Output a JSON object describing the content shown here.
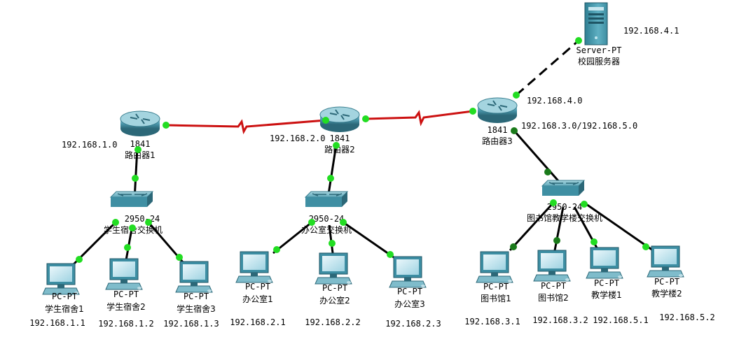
{
  "server": {
    "type": "Server-PT",
    "name": "校园服务器",
    "ip": "192.168.4.1"
  },
  "routers": [
    {
      "model": "1841",
      "name": "路由器1",
      "net": "192.168.1.0"
    },
    {
      "model": "1841",
      "name": "路由器2",
      "net": "192.168.2.0"
    },
    {
      "model": "1841",
      "name": "路由器3",
      "net_up": "192.168.4.0",
      "net_down": "192.168.3.0/192.168.5.0"
    }
  ],
  "switches": [
    {
      "model": "2950-24",
      "name": "学生宿舍交换机"
    },
    {
      "model": "2950-24",
      "name": "办公室交换机"
    },
    {
      "model": "2950-24",
      "name": "图书馆教学楼交换机"
    }
  ],
  "pcs": [
    {
      "type": "PC-PT",
      "name": "学生宿舍1",
      "ip": "192.168.1.1"
    },
    {
      "type": "PC-PT",
      "name": "学生宿舍2",
      "ip": "192.168.1.2"
    },
    {
      "type": "PC-PT",
      "name": "学生宿舍3",
      "ip": "192.168.1.3"
    },
    {
      "type": "PC-PT",
      "name": "办公室1",
      "ip": "192.168.2.1"
    },
    {
      "type": "PC-PT",
      "name": "办公室2",
      "ip": "192.168.2.2"
    },
    {
      "type": "PC-PT",
      "name": "办公室3",
      "ip": "192.168.2.3"
    },
    {
      "type": "PC-PT",
      "name": "图书馆1",
      "ip": "192.168.3.1"
    },
    {
      "type": "PC-PT",
      "name": "图书馆2",
      "ip": "192.168.3.2"
    },
    {
      "type": "PC-PT",
      "name": "教学楼1",
      "ip": "192.168.5.1"
    },
    {
      "type": "PC-PT",
      "name": "教学楼2",
      "ip": "192.168.5.2"
    }
  ],
  "colors": {
    "serial_link": "#cc1111",
    "ethernet_link": "#000000",
    "port_up": "#22dd22",
    "device": "#3d8ea3"
  }
}
